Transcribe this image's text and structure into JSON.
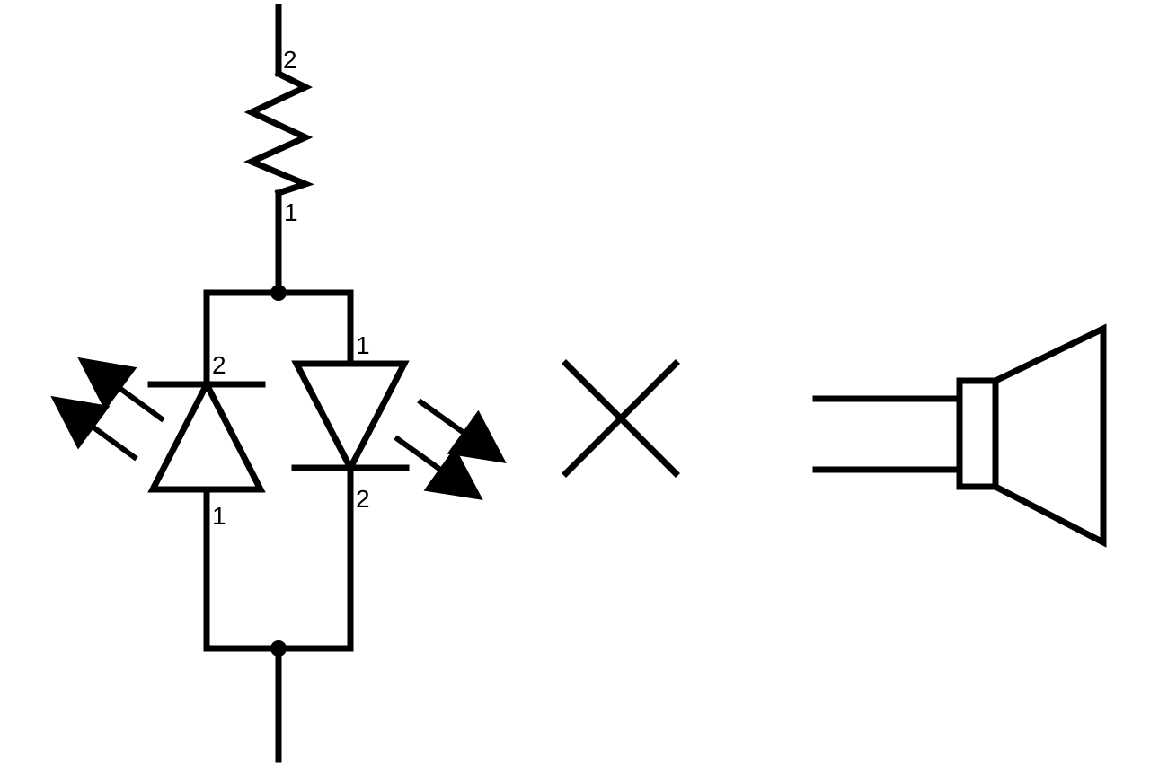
{
  "colors": {
    "stroke": "#000000",
    "background": "#ffffff"
  },
  "resistor": {
    "pin_top": "2",
    "pin_bottom": "1"
  },
  "led_left": {
    "pin_anode": "1",
    "pin_cathode": "2",
    "orientation": "pointing-up"
  },
  "led_right": {
    "pin_anode": "1",
    "pin_cathode": "2",
    "orientation": "pointing-down"
  },
  "symbols": [
    {
      "name": "resistor",
      "kind": "zigzag-resistor"
    },
    {
      "name": "led-pair",
      "kind": "anti-parallel-leds"
    },
    {
      "name": "cross-mark",
      "kind": "x-mark"
    },
    {
      "name": "loudspeaker",
      "kind": "speaker"
    }
  ]
}
